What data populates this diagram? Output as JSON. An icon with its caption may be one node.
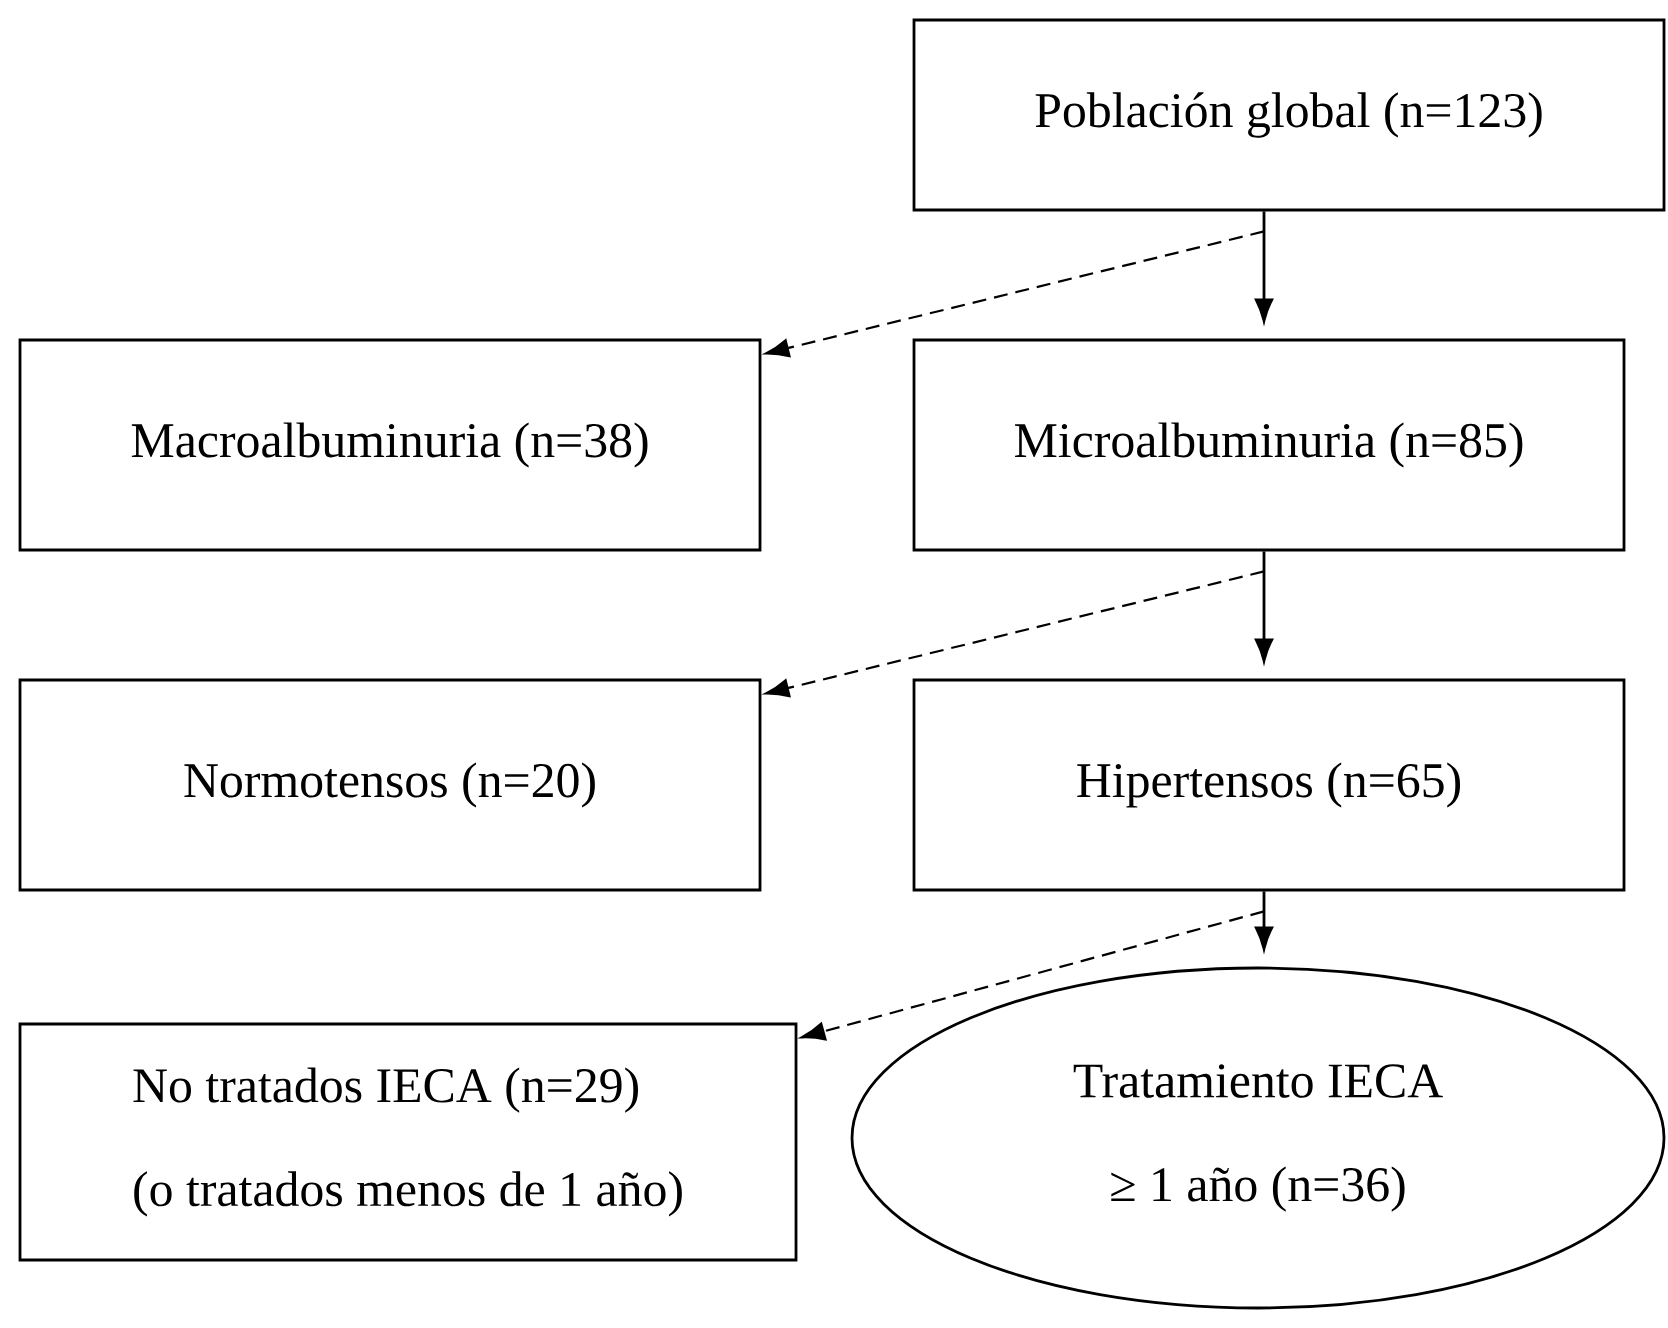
{
  "diagram": {
    "nodes": [
      {
        "text": [
          "Población global (n=123)"
        ]
      },
      {
        "text": [
          "Macroalbuminuria (n=38)"
        ]
      },
      {
        "text": [
          "Microalbuminuria (n=85)"
        ]
      },
      {
        "text": [
          "Normotensos (n=20)"
        ]
      },
      {
        "text": [
          "Hipertensos (n=65)"
        ]
      },
      {
        "text": [
          "No tratados IECA (n=29)",
          "(o tratados menos de 1 año)"
        ]
      },
      {
        "text": [
          "Tratamiento IECA",
          "≥ 1 año (n=36)"
        ]
      }
    ],
    "edges": [
      {
        "from": 0,
        "to": 1,
        "arrow": "to",
        "style": "dashed"
      },
      {
        "from": 0,
        "to": 2,
        "arrow": "to"
      },
      {
        "from": 2,
        "to": 3,
        "arrow": "to",
        "style": "dashed"
      },
      {
        "from": 2,
        "to": 4,
        "arrow": "to"
      },
      {
        "from": 4,
        "to": 5,
        "arrow": "to",
        "style": "dashed"
      },
      {
        "from": 4,
        "to": 6,
        "arrow": "to"
      }
    ]
  }
}
